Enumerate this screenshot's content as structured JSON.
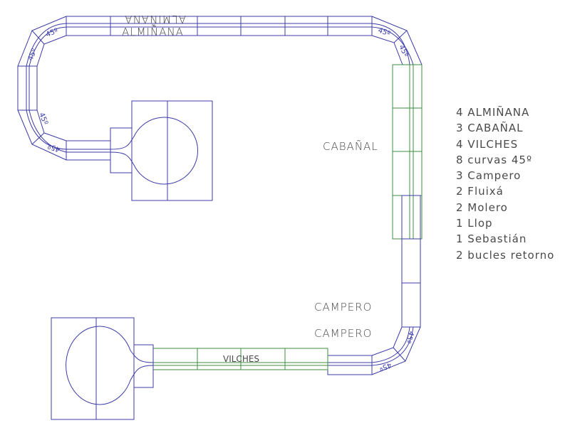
{
  "labels": {
    "alminana_top": "ALMIÑANA",
    "alminana_mirrored": "ALMIÑANA",
    "cabanal": "CABAÑAL",
    "campero_1": "CAMPERO",
    "campero_2": "CAMPERO",
    "vilches": "VILCHES",
    "curve": "45º"
  },
  "legend": [
    "4 ALMIÑANA",
    "3 CABAÑAL",
    "4 VILCHES",
    "8 curvas 45º",
    "3 Campero",
    "2 Fluixá",
    "2 Molero",
    "1 Llop",
    "1 Sebastián",
    "2 bucles retorno"
  ],
  "colors": {
    "track": "#3c3ca8",
    "cabanal_vilches": "#3f8f3f",
    "text": "#4a4a4a"
  }
}
